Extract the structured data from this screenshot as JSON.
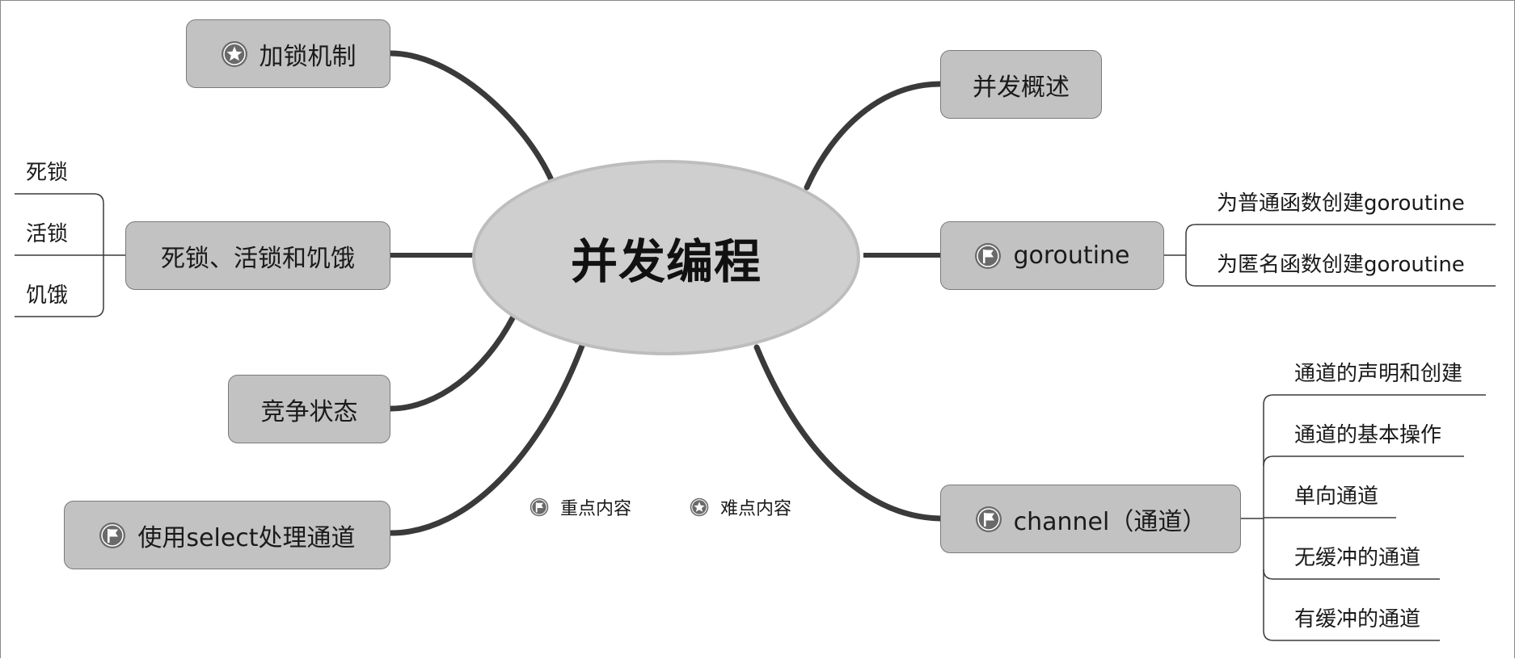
{
  "center": {
    "label": "并发编程"
  },
  "topics": {
    "locking": {
      "label": "加锁机制",
      "marker": "star-icon"
    },
    "deadlock": {
      "label": "死锁、活锁和饥饿"
    },
    "race": {
      "label": "竞争状态"
    },
    "select": {
      "label": "使用select处理通道",
      "marker": "flag-icon"
    },
    "overview": {
      "label": "并发概述"
    },
    "goroutine": {
      "label": "goroutine",
      "marker": "flag-icon"
    },
    "channel": {
      "label": "channel（通道）",
      "marker": "flag-icon"
    }
  },
  "subtopics": {
    "deadlock": [
      "死锁",
      "活锁",
      "饥饿"
    ],
    "goroutine": [
      "为普通函数创建goroutine",
      "为匿名函数创建goroutine"
    ],
    "channel": [
      "通道的声明和创建",
      "通道的基本操作",
      "单向通道",
      "无缓冲的通道",
      "有缓冲的通道"
    ]
  },
  "legend": [
    {
      "label": "重点内容",
      "icon": "flag-icon"
    },
    {
      "label": "难点内容",
      "icon": "star-icon"
    }
  ],
  "colors": {
    "branch": "#3a3a3a",
    "topic_fill": "#c2c2c2",
    "center_fill": "#cfcfcf",
    "marker": "#6a6a6a"
  }
}
